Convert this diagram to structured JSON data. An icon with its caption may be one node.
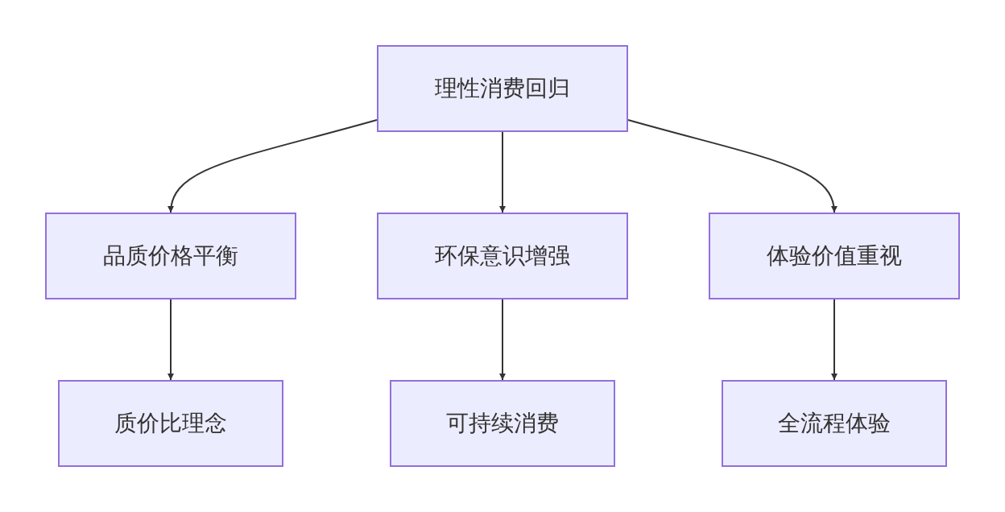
{
  "diagram": {
    "nodes": [
      {
        "text": [
          "理性消费回归"
        ]
      },
      {
        "text": [
          "品质价格平衡"
        ]
      },
      {
        "text": [
          "环保意识增强"
        ]
      },
      {
        "text": [
          "体验价值重视"
        ]
      },
      {
        "text": [
          "质价比理念"
        ]
      },
      {
        "text": [
          "可持续消费"
        ]
      },
      {
        "text": [
          "全流程体验"
        ]
      }
    ],
    "edges": [
      {
        "from": 0,
        "to": 1,
        "arrow": "to"
      },
      {
        "from": 0,
        "to": 2,
        "arrow": "to"
      },
      {
        "from": 0,
        "to": 3,
        "arrow": "to"
      },
      {
        "from": 1,
        "to": 4,
        "arrow": "to"
      },
      {
        "from": 2,
        "to": 5,
        "arrow": "to"
      },
      {
        "from": 3,
        "to": 6,
        "arrow": "to"
      }
    ]
  }
}
